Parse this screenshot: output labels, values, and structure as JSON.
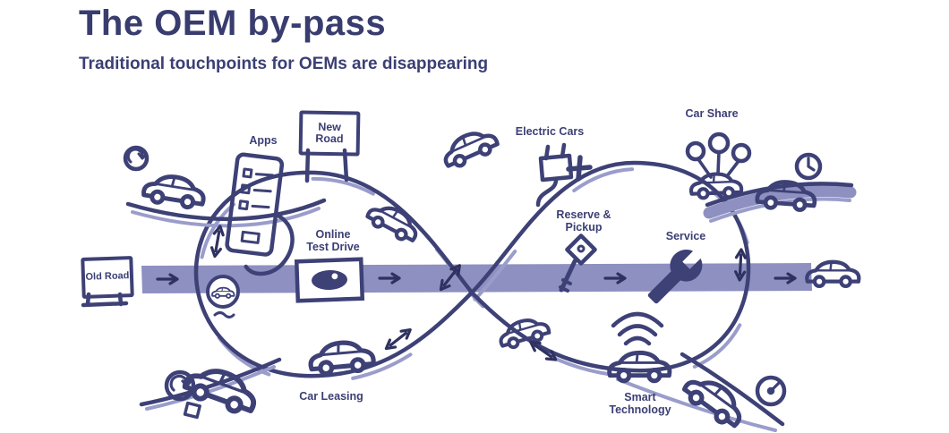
{
  "header": {
    "title": "The OEM by-pass",
    "subtitle": "Traditional touchpoints for OEMs are disappearing"
  },
  "diagram": {
    "signs": {
      "old_road": "Old Road",
      "new_road": "New Road"
    },
    "labels": {
      "apps": "Apps",
      "online_test_drive": "Online Test Drive",
      "electric_cars": "Electric Cars",
      "reserve_pickup": "Reserve & Pickup",
      "service": "Service",
      "car_share": "Car Share",
      "car_leasing": "Car Leasing",
      "smart_technology": "Smart Technology"
    },
    "icons": {
      "apps": "smartphone-in-hand-icon",
      "online_test_drive": "eye-screen-icon",
      "electric_cars": "charging-plug-plus-icon",
      "reserve_pickup": "key-icon",
      "service": "wrench-icon",
      "car_share": "car-with-location-pins-icon",
      "car_leasing": "car-icon",
      "smart_technology": "car-with-wifi-icon",
      "misc": [
        "coin-icon",
        "clock-icon",
        "speedometer-icon",
        "cube-icon",
        "car-icon",
        "direction-arrow-icon"
      ]
    },
    "colors": {
      "ink": "#3b3f74",
      "ink_light": "#9a9dcb",
      "road_fill": "#8d90c0",
      "background": "#ffffff"
    }
  }
}
